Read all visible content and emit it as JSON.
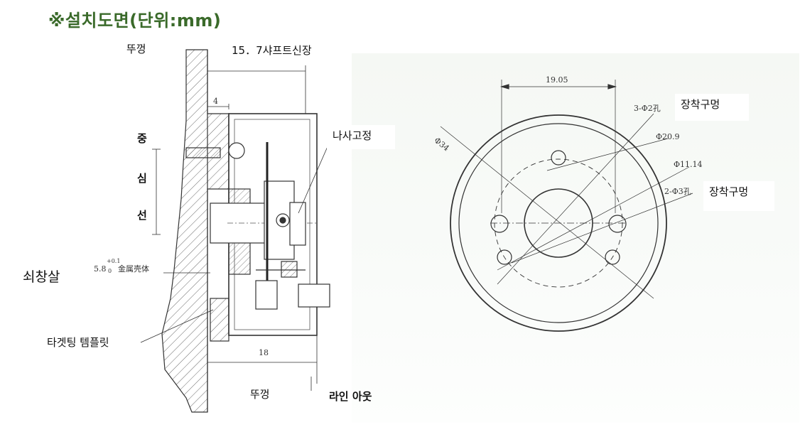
{
  "title": "※설치도면(단위:mm)",
  "labels": {
    "lid_top": "뚜껑",
    "shaft_length": "15．7샤프트신장",
    "screw_fix": "나사고정",
    "center_line": [
      "중",
      "심",
      "선"
    ],
    "window_bar": "쇠창살",
    "target_template": "타겟팅 템플릿",
    "lid_bottom": "뚜껑",
    "line_out": "라인 아웃",
    "mount_hole_1": "장착구멍",
    "mount_hole_2": "장착구멍"
  },
  "dimensions": {
    "left": {
      "d4": "4",
      "d18": "18",
      "gap_main": "5.8",
      "gap_tol_upper": "+0.1",
      "gap_tol_lower": "0",
      "gap_note": "金属壳体"
    },
    "right": {
      "d19_05": "19.05",
      "phi34": "Φ34",
      "phi3_2": "3-Φ2孔",
      "phi20_9": "Φ20.9",
      "phi11_14": "Φ11.14",
      "phi2_3": "2-Φ3孔"
    }
  },
  "colors": {
    "title": "#3a6a2a",
    "line": "#333333",
    "hatch": "#555555"
  }
}
